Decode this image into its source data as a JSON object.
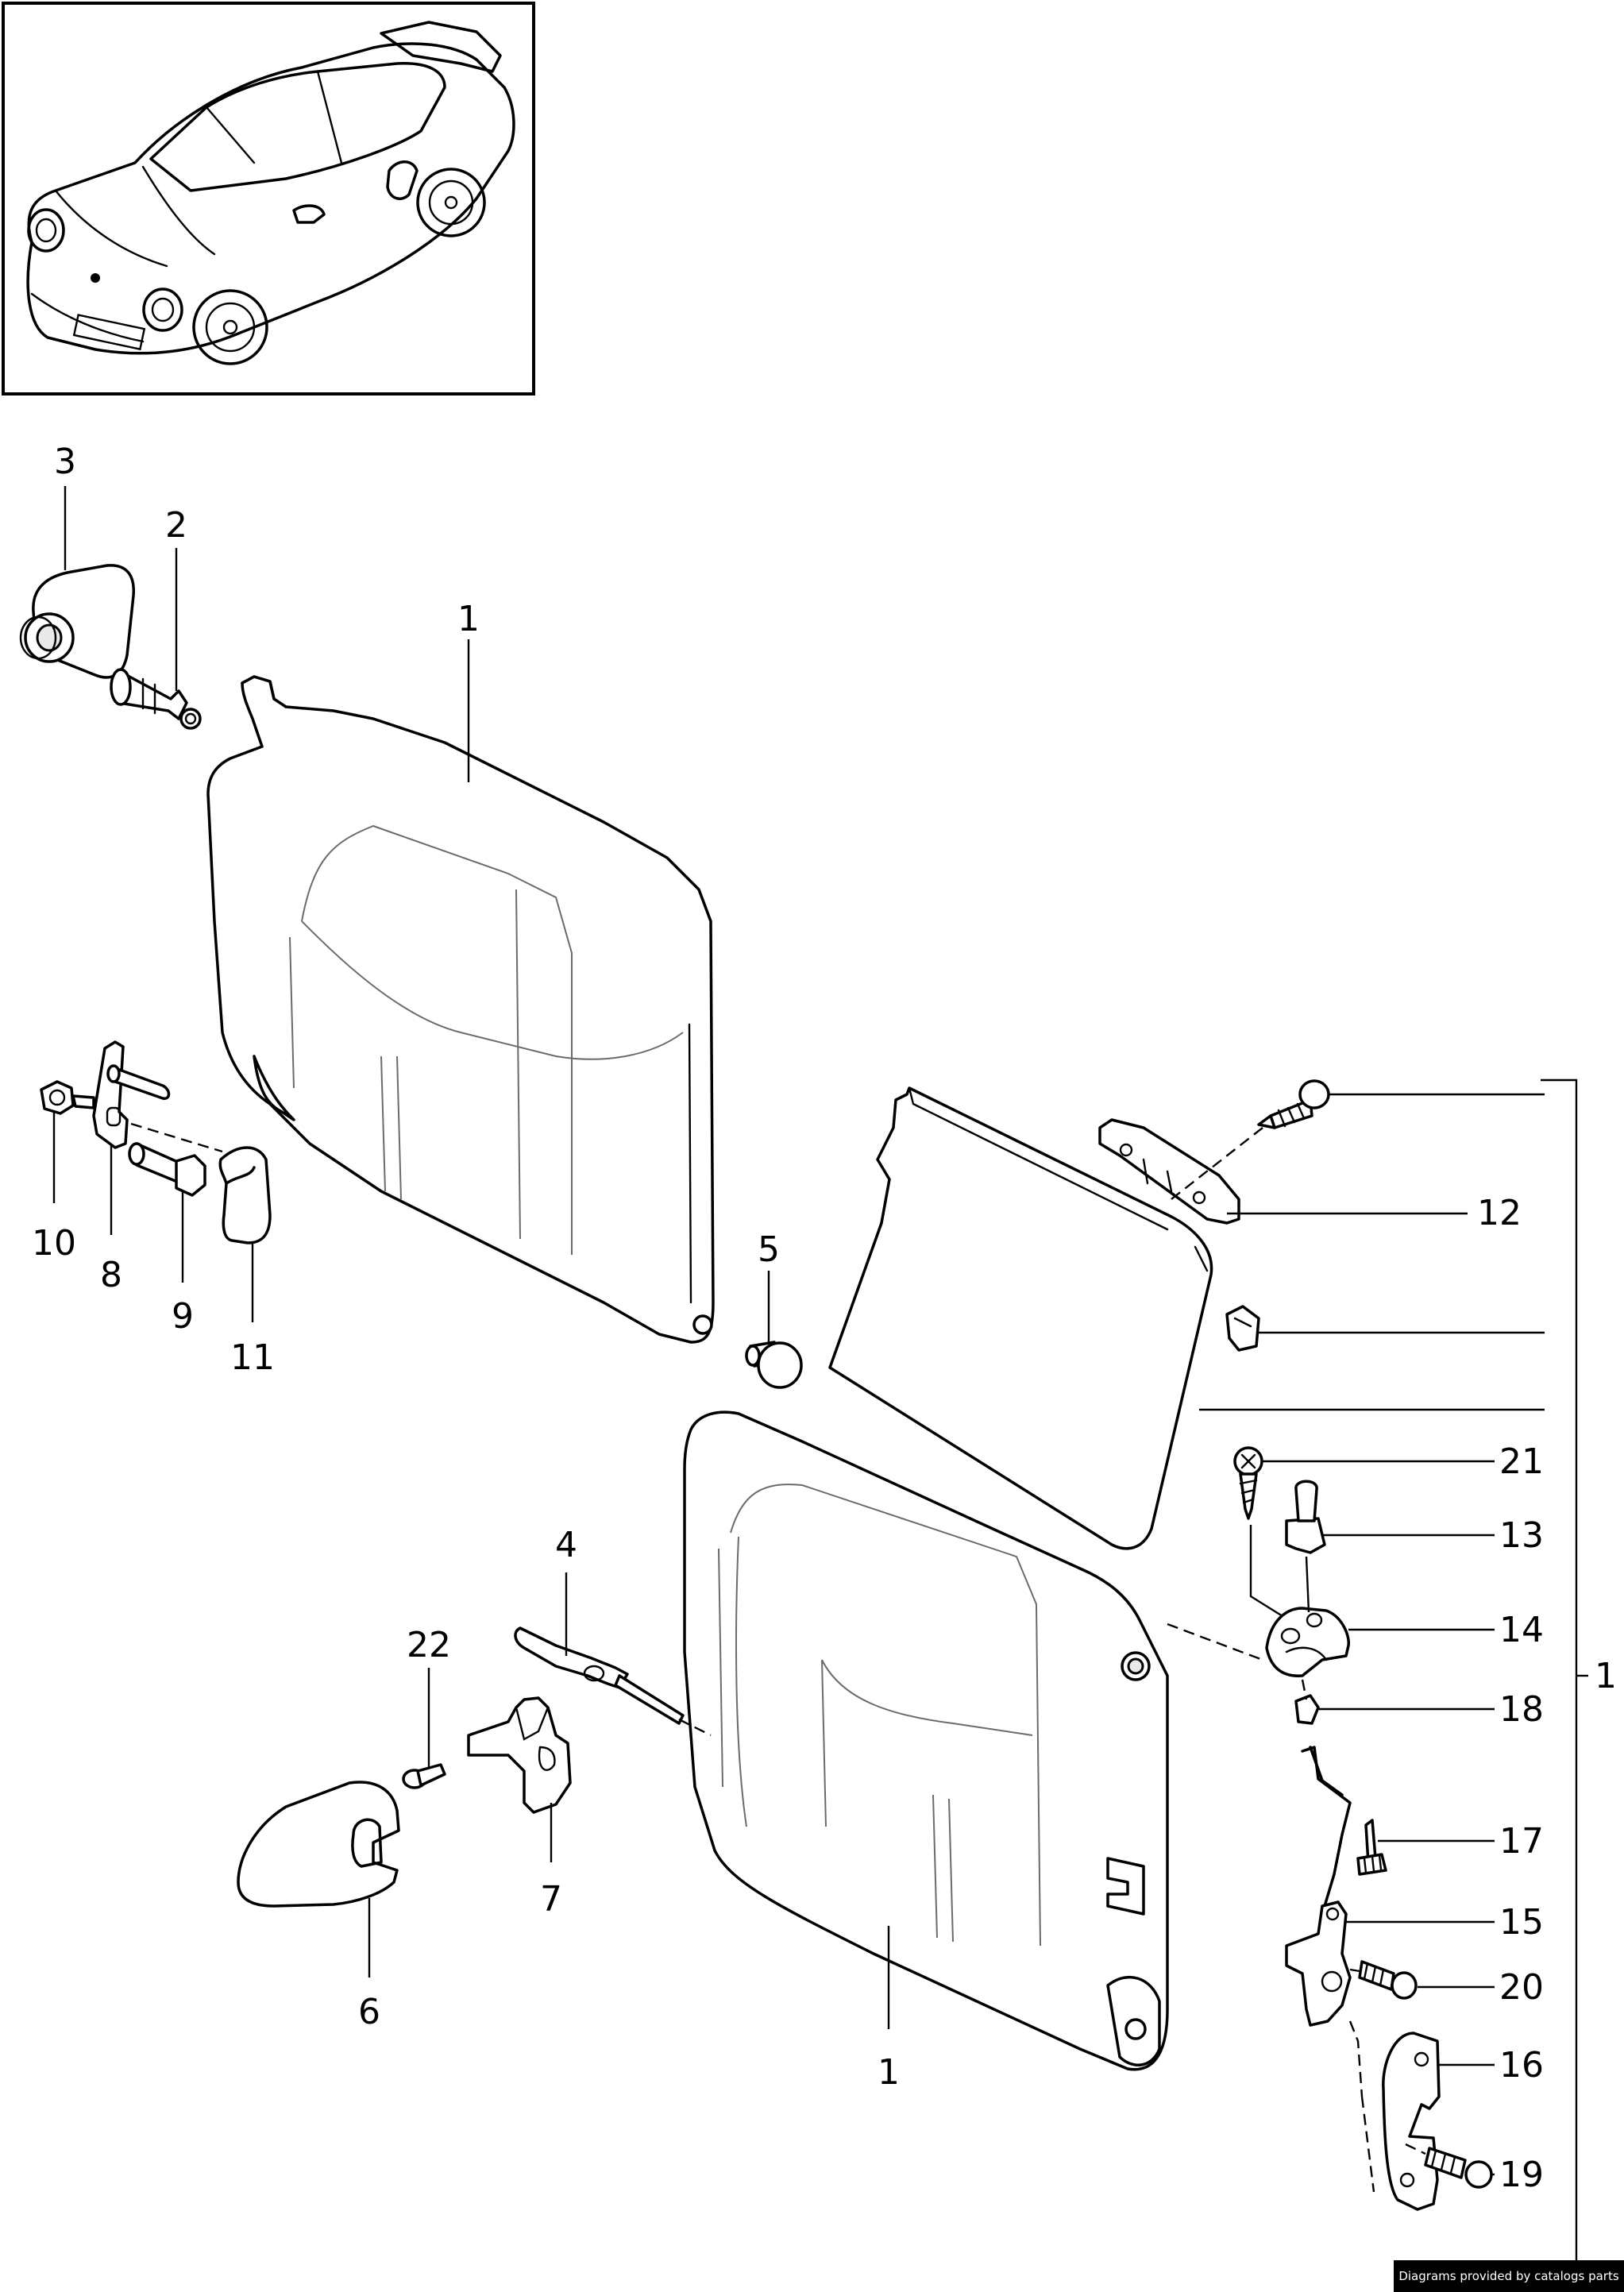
{
  "callouts": {
    "n1": "1",
    "n2": "2",
    "n3": "3",
    "n4": "4",
    "n5": "5",
    "n6": "6",
    "n7": "7",
    "n8": "8",
    "n9": "9",
    "n10": "10",
    "n11": "11",
    "n12": "12",
    "n13": "13",
    "n14": "14",
    "n15": "15",
    "n16": "16",
    "n17": "17",
    "n18": "18",
    "n19": "19",
    "n20": "20",
    "n21": "21",
    "n22": "22"
  },
  "credit": "Diagrams provided by catalogs parts",
  "colors": {
    "line": "#000000",
    "background": "#ffffff",
    "credit_bg": "#000000",
    "credit_text": "#ffffff"
  }
}
